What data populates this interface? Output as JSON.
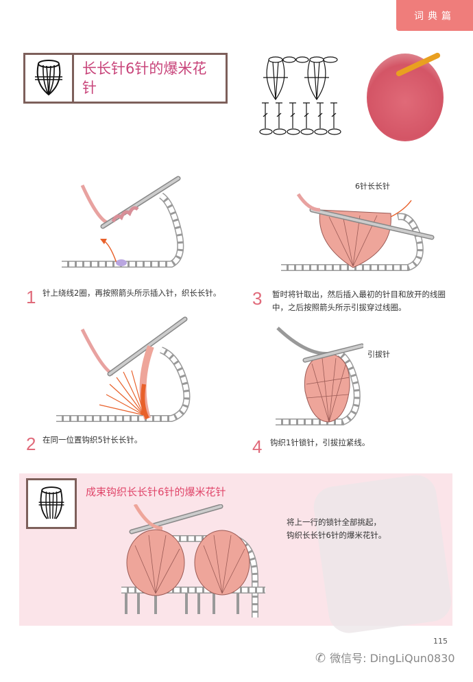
{
  "header": {
    "section_tab": "词典篇"
  },
  "title": {
    "main": "长长针6针的爆米花针"
  },
  "steps": [
    {
      "number": "1",
      "text": "针上绕线2圈，再按照箭头所示插入针，织长长针。"
    },
    {
      "number": "2",
      "text": "在同一位置钩织5针长长针。"
    },
    {
      "number": "3",
      "text": "暂时将针取出，然后插入最初的针目和放开的线圈中，之后按照箭头所示引拔穿过线圈。",
      "label": "6针长长针"
    },
    {
      "number": "4",
      "text": "钩织1针锁针，引拔拉紧线。",
      "label": "引拔针"
    }
  ],
  "bundle_section": {
    "title": "成束钩织长长针6针的爆米花针",
    "text_line1": "将上一行的锁针全部挑起，",
    "text_line2": "钩织长长针6针的爆米花针。"
  },
  "footer": {
    "page_number": "115",
    "watermark": "微信号: DingLiQun0830"
  },
  "colors": {
    "accent": "#ef7d7b",
    "title": "#c8447a",
    "yarn": "#eea59a",
    "pink_bg": "#fbe4e9"
  }
}
